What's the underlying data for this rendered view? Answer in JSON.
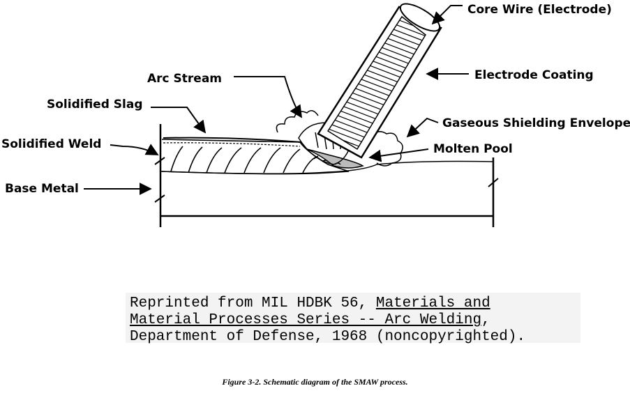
{
  "labels": {
    "core_wire": "Core Wire (Electrode)",
    "arc_stream": "Arc Stream",
    "electrode_coating": "Electrode Coating",
    "solidified_slag": "Solidified Slag",
    "gaseous_shielding": "Gaseous Shielding Envelope",
    "solidified_weld": "Solidified Weld",
    "molten_pool": "Molten Pool",
    "base_metal": "Base Metal"
  },
  "credit": {
    "line1_prefix": "Reprinted from MIL HDBK 56, ",
    "line1_title": "Materials and",
    "line2_title": "Material Processes Series -- Arc Welding",
    "line2_suffix": ",",
    "line3": "Department of Defense, 1968 (noncopyrighted)."
  },
  "caption": "Figure 3-2. Schematic diagram of the SMAW process."
}
